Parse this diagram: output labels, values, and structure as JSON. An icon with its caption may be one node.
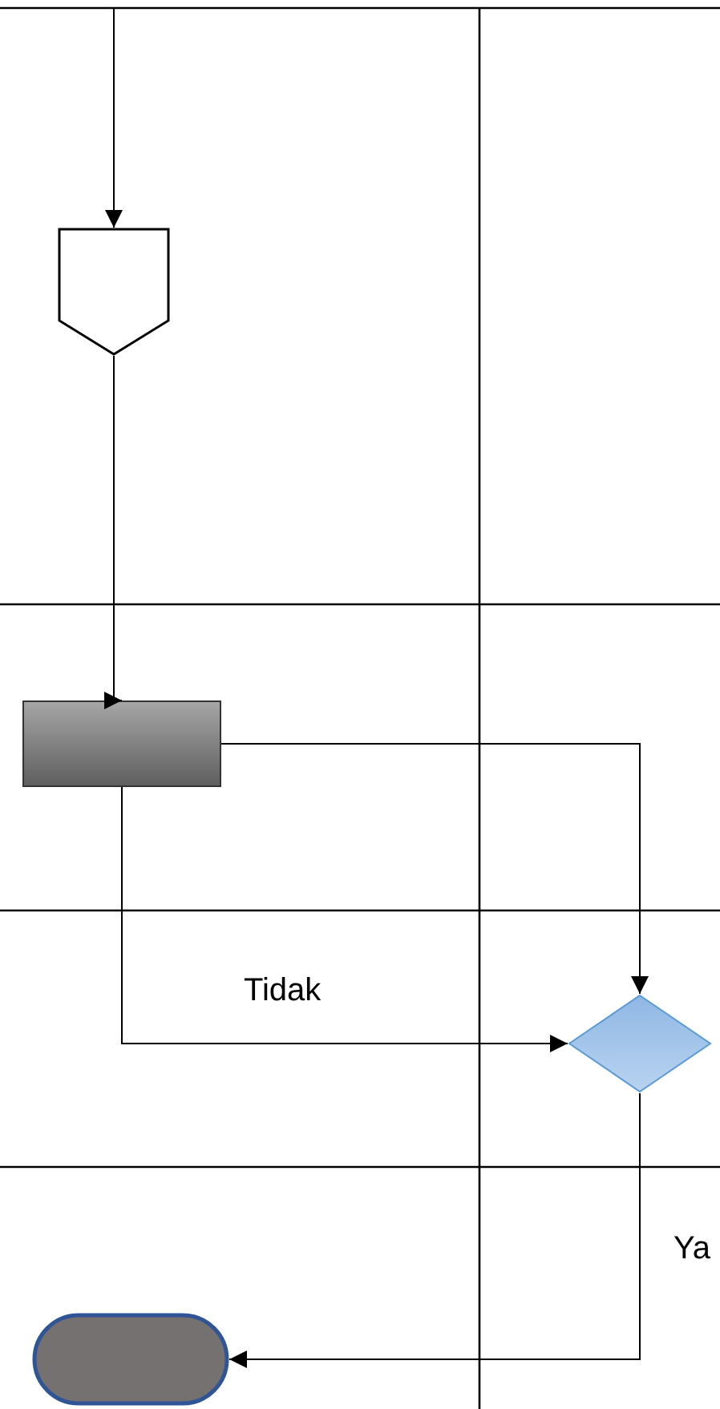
{
  "diagram": {
    "nodes": [
      {
        "text": [],
        "shape": "pentagon"
      },
      {
        "text": [],
        "shape": "box"
      },
      {
        "text": [],
        "shape": "diamond"
      },
      {
        "text": [],
        "shape": "pill"
      }
    ],
    "edges": [
      {
        "from": null,
        "to": 0,
        "arrow": "to"
      },
      {
        "from": 0,
        "to": 1,
        "arrow": "to"
      },
      {
        "from": 1,
        "to": 2,
        "arrow": "to"
      },
      {
        "from": 1,
        "to": 2,
        "arrow": "to",
        "label": "Tidak"
      },
      {
        "from": 2,
        "to": 3,
        "arrow": "to",
        "label": "Ya"
      }
    ]
  }
}
